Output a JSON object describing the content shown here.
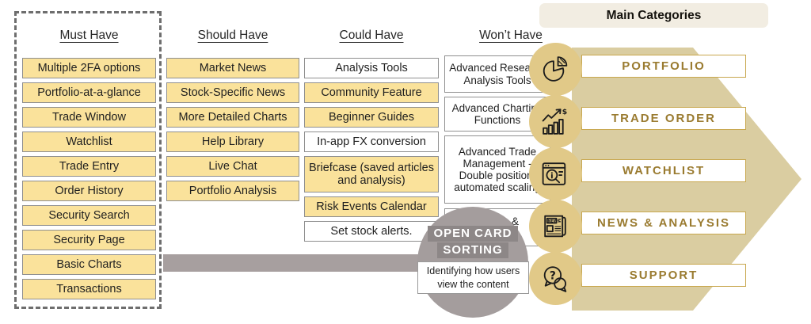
{
  "columns": [
    {
      "header": "Must Have",
      "items": [
        {
          "label": "Multiple 2FA options"
        },
        {
          "label": "Portfolio-at-a-glance"
        },
        {
          "label": "Trade Window"
        },
        {
          "label": "Watchlist"
        },
        {
          "label": "Trade Entry"
        },
        {
          "label": "Order History"
        },
        {
          "label": "Security Search"
        },
        {
          "label": "Security Page"
        },
        {
          "label": "Basic Charts"
        },
        {
          "label": "Transactions"
        }
      ]
    },
    {
      "header": "Should Have",
      "items": [
        {
          "label": "Market News"
        },
        {
          "label": "Stock-Specific News"
        },
        {
          "label": "More Detailed Charts"
        },
        {
          "label": "Help Library"
        },
        {
          "label": "Live Chat"
        },
        {
          "label": "Portfolio Analysis"
        }
      ]
    },
    {
      "header": "Could Have",
      "items": [
        {
          "label": "Analysis Tools"
        },
        {
          "label": "Community Feature"
        },
        {
          "label": "Beginner Guides"
        },
        {
          "label": "In-app FX conversion"
        },
        {
          "label": "Briefcase (saved articles and analysis)"
        },
        {
          "label": "Risk Events Calendar"
        },
        {
          "label": "Set stock alerts."
        }
      ]
    },
    {
      "header": "Won’t Have",
      "items": [
        {
          "label": "Advanced Research Analysis Tools"
        },
        {
          "label": "Advanced Charting Functions"
        },
        {
          "label": "Advanced Trade Management - Double position, automated scaling"
        },
        {
          "label": "Margin & Lending"
        }
      ]
    }
  ],
  "main_categories": {
    "title": "Main Categories",
    "items": [
      {
        "label": "PORTFOLIO",
        "icon": "pie-chart-icon"
      },
      {
        "label": "TRADE ORDER",
        "icon": "growth-chart-icon"
      },
      {
        "label": "WATCHLIST",
        "icon": "search-analytics-icon"
      },
      {
        "label": "NEWS & ANALYSIS",
        "icon": "newspaper-icon"
      },
      {
        "label": "SUPPORT",
        "icon": "question-chat-icon"
      }
    ]
  },
  "open_card_sorting": {
    "label_line1": "OPEN CARD",
    "label_line2": "SORTING",
    "description": "Identifying how users view the content"
  },
  "colors": {
    "card_yellow": "#fae29b",
    "card_border": "#8f8f8f",
    "gold_circle": "#e1c988",
    "arrow_tan": "#dacda1",
    "category_text": "#9a7b30",
    "category_border": "#c8a74e",
    "gray_bar": "#a79f9f",
    "gray_circle": "#a49d9d",
    "badge_gray": "#8d8787"
  }
}
